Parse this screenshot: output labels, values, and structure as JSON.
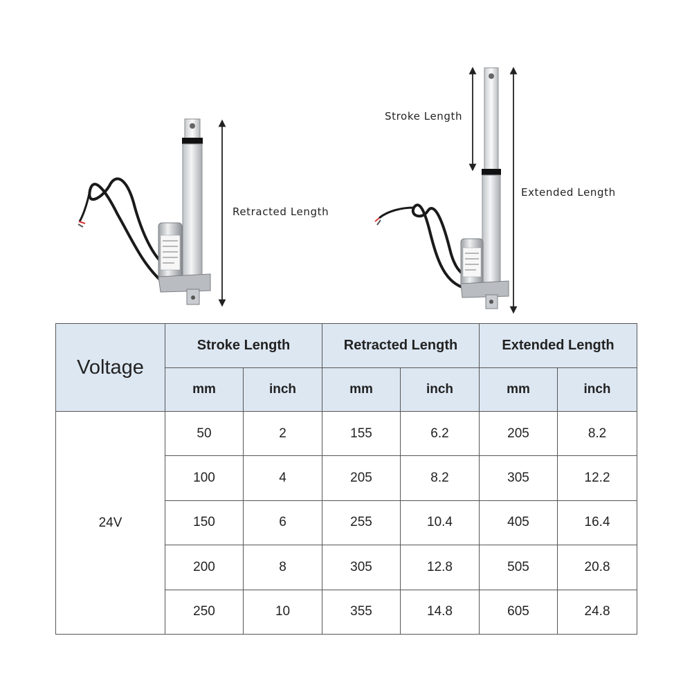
{
  "figure": {
    "labels": {
      "retracted": "Retracted Length",
      "stroke": "Stroke Length",
      "extended": "Extended Length"
    }
  },
  "table": {
    "voltage_header": "Voltage",
    "groups": [
      "Stroke Length",
      "Retracted Length",
      "Extended Length"
    ],
    "units": [
      "mm",
      "inch",
      "mm",
      "inch",
      "mm",
      "inch"
    ],
    "voltage": "24V",
    "rows": [
      [
        "50",
        "2",
        "155",
        "6.2",
        "205",
        "8.2"
      ],
      [
        "100",
        "4",
        "205",
        "8.2",
        "305",
        "12.2"
      ],
      [
        "150",
        "6",
        "255",
        "10.4",
        "405",
        "16.4"
      ],
      [
        "200",
        "8",
        "305",
        "12.8",
        "505",
        "20.8"
      ],
      [
        "250",
        "10",
        "355",
        "14.8",
        "605",
        "24.8"
      ]
    ],
    "colors": {
      "header_bg": "#dde7f2",
      "border": "#555555"
    }
  }
}
